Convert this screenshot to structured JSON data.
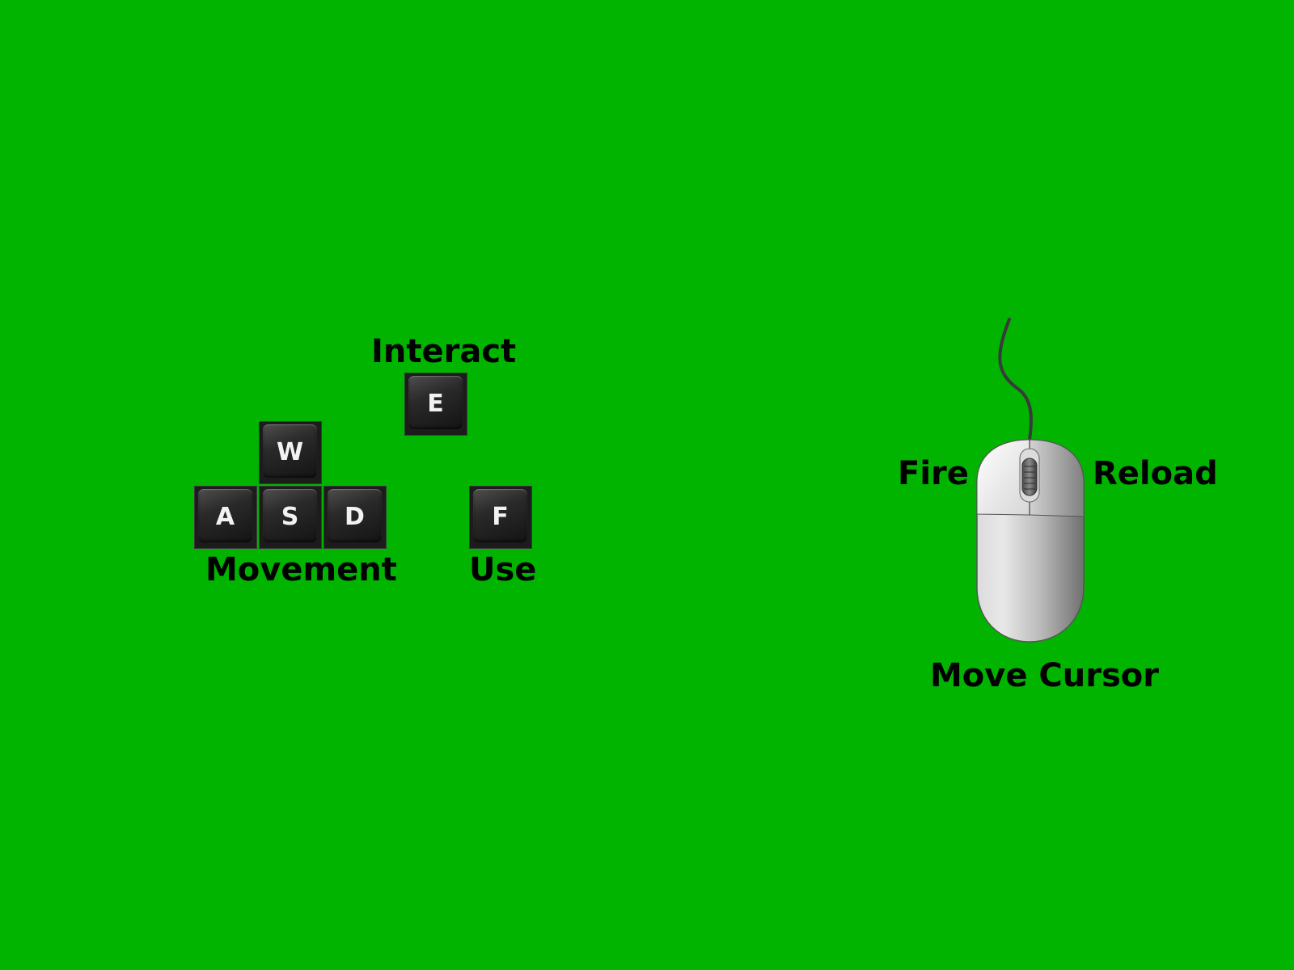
{
  "background_color": "#00b400",
  "keyboard": {
    "keys": {
      "e": "E",
      "w": "W",
      "a": "A",
      "s": "S",
      "d": "D",
      "f": "F"
    },
    "labels": {
      "interact": "Interact",
      "movement": "Movement",
      "use": "Use"
    }
  },
  "mouse": {
    "icon": "computer-mouse-icon",
    "labels": {
      "left_button": "Fire",
      "right_button": "Reload",
      "move": "Move Cursor"
    }
  }
}
